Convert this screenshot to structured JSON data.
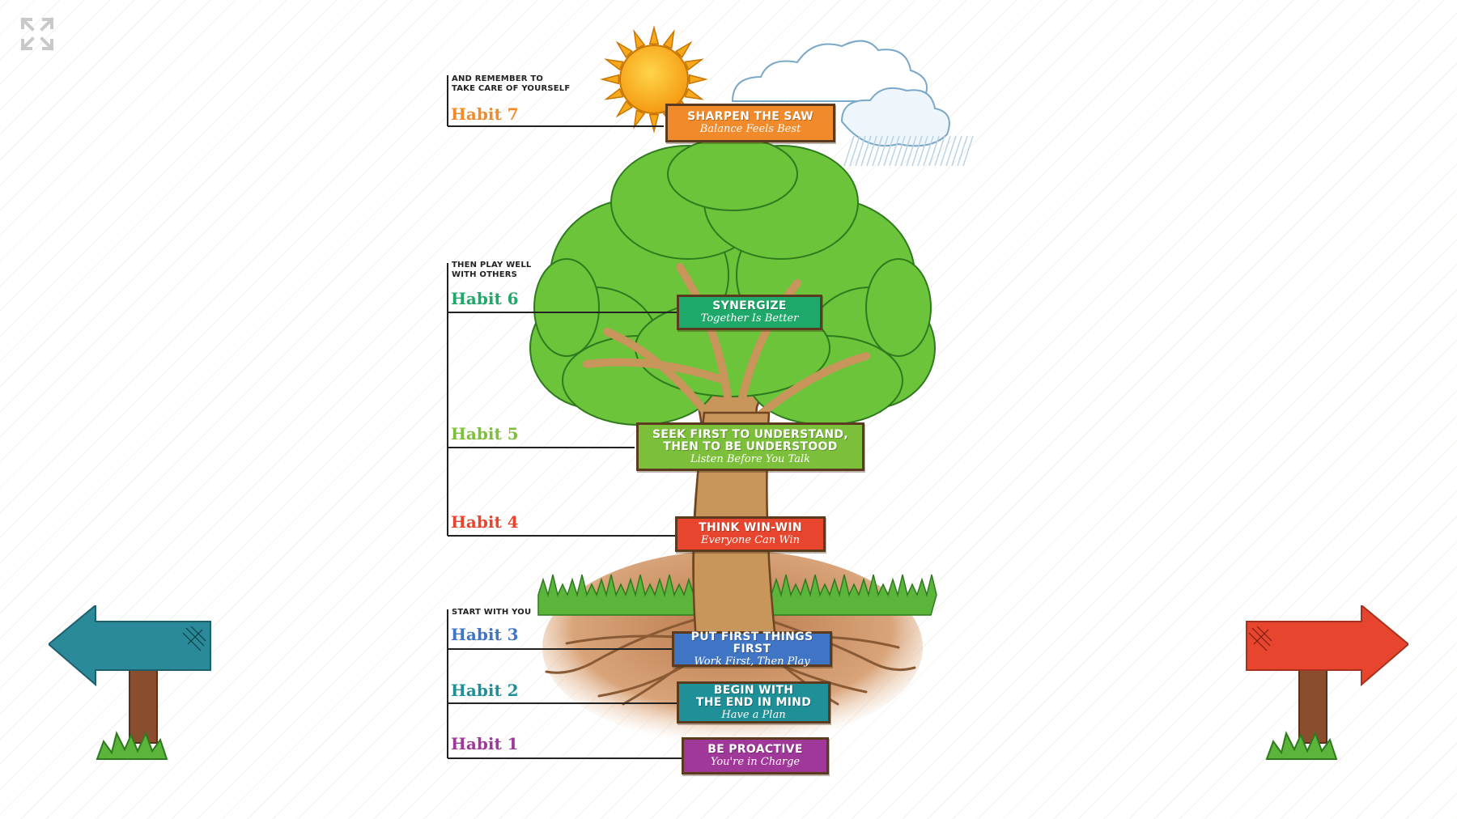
{
  "controls": {
    "expand_icon": "fullscreen-expand-icon",
    "prev_icon": "arrow-left-signpost-icon",
    "next_icon": "arrow-right-signpost-icon"
  },
  "groups": {
    "take_care": "AND REMEMBER TO\nTAKE CARE OF YOURSELF",
    "play_well": "THEN PLAY WELL\nWITH OTHERS",
    "start_with_you": "START WITH YOU"
  },
  "habits": [
    {
      "label": "Habit 7",
      "title": "SHARPEN THE SAW",
      "subtitle": "Balance Feels Best",
      "color": "#f08a2a"
    },
    {
      "label": "Habit 6",
      "title": "SYNERGIZE",
      "subtitle": "Together Is Better",
      "color": "#1ea86a"
    },
    {
      "label": "Habit 5",
      "title": "SEEK FIRST TO UNDERSTAND,\nTHEN TO BE UNDERSTOOD",
      "subtitle": "Listen Before You Talk",
      "color": "#7cbf3a"
    },
    {
      "label": "Habit 4",
      "title": "THINK WIN-WIN",
      "subtitle": "Everyone Can Win",
      "color": "#e8452e"
    },
    {
      "label": "Habit 3",
      "title": "PUT FIRST THINGS FIRST",
      "subtitle": "Work First, Then Play",
      "color": "#3f75c4"
    },
    {
      "label": "Habit 2",
      "title": "BEGIN WITH\nTHE END IN MIND",
      "subtitle": "Have a Plan",
      "color": "#1f8f98"
    },
    {
      "label": "Habit 1",
      "title": "BE PROACTIVE",
      "subtitle": "You're in Charge",
      "color": "#a0389a"
    }
  ],
  "colors": {
    "prev_arrow": "#2a8a9a",
    "next_arrow": "#e8452e",
    "post": "#8a4e2e",
    "grass": "#5ab53a",
    "foliage": "#6cc43a",
    "trunk": "#c8955a",
    "sun": "#f7a81b",
    "soil": "#c98a5a"
  }
}
